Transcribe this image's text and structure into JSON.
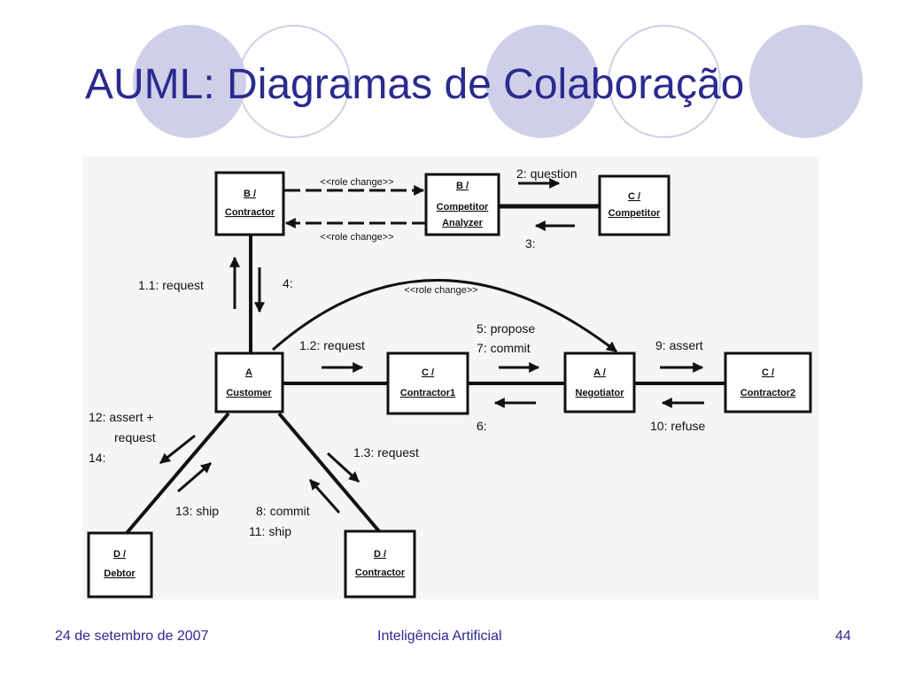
{
  "slide": {
    "title": "AUML: Diagramas de Colaboração",
    "footer": {
      "date": "24 de setembro de 2007",
      "course": "Inteligência Artificial",
      "page": "44"
    }
  },
  "diagram": {
    "nodes": {
      "b_contractor": [
        "B /",
        "Contractor"
      ],
      "b_competitor_analyzer": [
        "B /",
        "Competitor",
        "Analyzer"
      ],
      "c_competitor": [
        "C /",
        "Competitor"
      ],
      "a_customer": [
        "A",
        "Customer"
      ],
      "c_contractor1": [
        "C /",
        "Contractor1"
      ],
      "a_negotiator": [
        "A /",
        "Negotiator"
      ],
      "c_contractor2": [
        "C /",
        "Contractor2"
      ],
      "d_debtor": [
        "D /",
        "Debtor"
      ],
      "d_contractor": [
        "D /",
        "Contractor"
      ]
    },
    "labels": {
      "role_change_top": "<<role change>>",
      "role_change_bottom": "<<role change>>",
      "role_change_arc": "<<role change>>",
      "question": "2: question",
      "msg3": "3:",
      "req11": "1.1:  request",
      "msg4": "4:",
      "req12": "1.2:  request",
      "propose": "5: propose",
      "commit7": "7: commit",
      "msg6": "6:",
      "assert9": "9: assert",
      "refuse10": "10: refuse",
      "assert12_l1": "12: assert +",
      "assert12_l2": "request",
      "msg14": "14:",
      "req13": "1.3:  request",
      "ship13": "13: ship",
      "commit8": "8: commit",
      "ship11": "11: ship"
    }
  }
}
